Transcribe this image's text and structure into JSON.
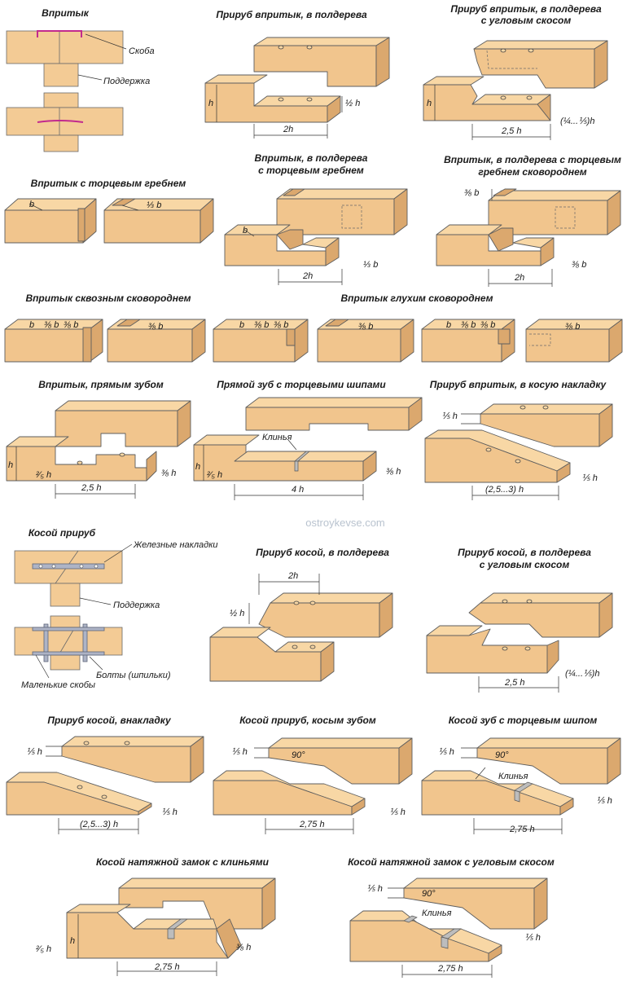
{
  "watermark": "ostroykevse.com",
  "titles": {
    "t1": "Впритык",
    "t2": "Прируб впритык, в полдерева",
    "t3a": "Прируб впритык, в полдерева",
    "t3b": "с угловым скосом",
    "t4": "Впритык с торцевым гребнем",
    "t5a": "Впритык, в полдерева",
    "t5b": "с торцевым гребнем",
    "t6a": "Впритык, в полдерева с торцевым",
    "t6b": "гребнем сковороднем",
    "t7": "Впритык сквозным сковороднем",
    "t8": "Впритык глухим сковороднем",
    "t9": "Впритык, прямым зубом",
    "t10": "Прямой зуб с торцевыми шипами",
    "t11": "Прируб впритык, в косую накладку",
    "t12": "Косой прируб",
    "t13": "Прируб косой, в полдерева",
    "t14a": "Прируб косой, в полдерева",
    "t14b": "с угловым скосом",
    "t15": "Прируб косой, внакладку",
    "t16": "Косой прируб, косым зубом",
    "t17": "Косой зуб с торцевым шипом",
    "t18": "Косой натяжной замок с клиньями",
    "t19": "Косой натяжной замок с угловым скосом"
  },
  "labels": {
    "skoba": "Скоба",
    "podderzhka": "Поддержка",
    "klinya": "Клинья",
    "zheleznye": "Железные накладки",
    "bolty": "Болты (шпильки)",
    "malenkie": "Маленькие скобы"
  },
  "dims": {
    "h": "h",
    "half_h": "½ h",
    "two_h": "2h",
    "two_five_h": "2,5 h",
    "quarter_range": "(¼...⅕)h",
    "b": "b",
    "third_b": "⅓ b",
    "three_eighths_b": "⅜ b",
    "two_fifths_h": "²⁄₅ h",
    "three_eighths_h": "⅜ h",
    "four_h": "4 h",
    "fifth_h": "⅕ h",
    "range_25_3": "(2,5...3) h",
    "two_75_h": "2,75 h",
    "ninety": "90°"
  }
}
